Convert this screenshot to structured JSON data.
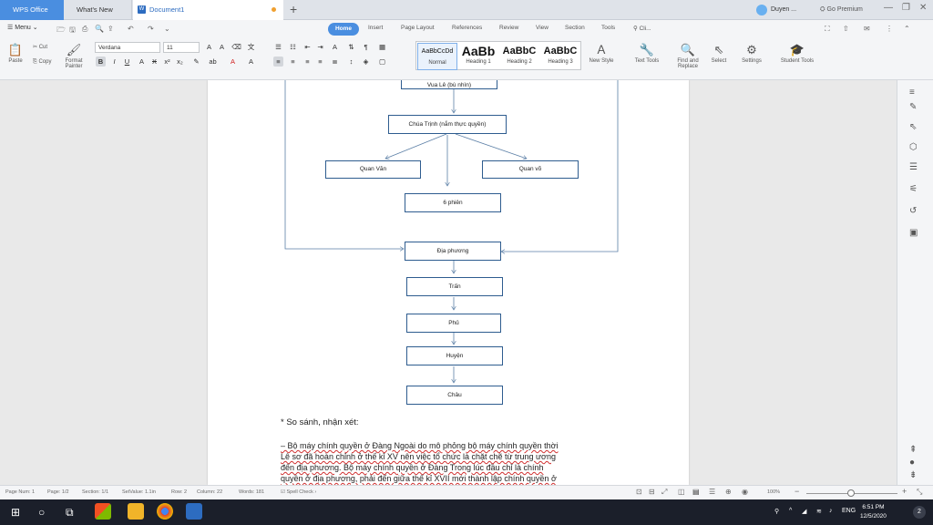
{
  "titlebar": {
    "tabs": [
      {
        "label": "WPS Office"
      },
      {
        "label": "What's New"
      },
      {
        "label": "Document1"
      }
    ],
    "new_tab": "+",
    "user": "Duyen ...",
    "premium": "Go Premium",
    "window_controls": [
      "—",
      "❐",
      "✕"
    ]
  },
  "menubar": {
    "menu": "Menu",
    "tabs": [
      "Home",
      "Insert",
      "Page Layout",
      "References",
      "Review",
      "View",
      "Section",
      "Tools"
    ],
    "search": "Cli..."
  },
  "ribbon": {
    "paste": "Paste",
    "cut": "Cut",
    "copy": "Copy",
    "format_painter": "Format Painter",
    "font_name": "Verdana",
    "font_size": "11",
    "styles": [
      {
        "preview": "AaBbCcDd",
        "name": "Normal"
      },
      {
        "preview": "AaBb",
        "name": "Heading 1"
      },
      {
        "preview": "AaBbC",
        "name": "Heading 2"
      },
      {
        "preview": "AaBbC",
        "name": "Heading 3"
      }
    ],
    "new_style": "New Style",
    "text_tools": "Text Tools",
    "find_replace": "Find and Replace",
    "select": "Select",
    "settings": "Settings",
    "student_tools": "Student Tools"
  },
  "diagram": {
    "nodes": {
      "vua_le": "Vua Lê (bù nhìn)",
      "chua_trinh": "Chúa Trịnh (nắm thực quyền)",
      "quan_van": "Quan Văn",
      "quan_vo": "Quan võ",
      "sau_phien": "6 phiên",
      "dia_phuong": "Địa phương",
      "tran": "Trấn",
      "phu": "Phủ",
      "huyen": "Huyện",
      "chau": "Châu"
    }
  },
  "document": {
    "heading_note": "* So sánh, nhận xét:",
    "paragraph_lines": [
      "–    Bộ máy chính quyền ở Đàng Ngoài do mô phỏng bộ máy chính quyền thời",
      "Lê sơ đã hoàn chỉnh ở thế kỉ XV nên việc tổ chức là chặt chẽ từ trung ương",
      "đến địa phương. Bộ máy chính quyền ở Đàng Trong lúc đầu chỉ là chính",
      "quyền ở địa phương, phải đến giữa thế kỉ XVII mới thành lập chính quyền ở"
    ]
  },
  "statusbar": {
    "page_num": "Page Num: 1",
    "page": "Page: 1/2",
    "section": "Section: 1/1",
    "setvalue": "SetValue: 1.1in",
    "row": "Row: 2",
    "column": "Column: 22",
    "words": "Words: 181",
    "spell_check": "Spell Check",
    "zoom": "100%",
    "zoom_value": 100
  },
  "taskbar": {
    "language": "ENG",
    "time": "6:51 PM",
    "date": "12/5/2020",
    "notifications": "2"
  }
}
